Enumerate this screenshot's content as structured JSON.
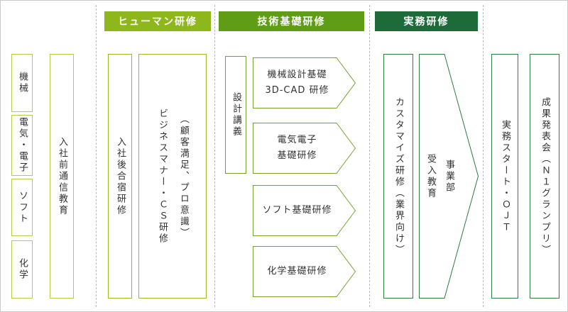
{
  "colors": {
    "human_header_bg": "#8eb71c",
    "tech_header_bg": "#5f9d16",
    "practical_header_bg": "#1c6b38",
    "light_green_border": "#b5cb4a",
    "human_border": "#9ab929",
    "tech_border": "#74a32d",
    "dark_green_border": "#2e7d41"
  },
  "headers": {
    "human": "ヒューマン研修",
    "tech": "技術基礎研修",
    "practical": "実務研修"
  },
  "pre_section": {
    "categories": [
      "機械",
      "電気・電子",
      "ソフト",
      "化学"
    ],
    "correspondence_box": "入社前通信教育"
  },
  "human_section": {
    "camp_box": "入社後合宿研修",
    "manner_box": "（顧客満足、プロ意識）\nビジネスマナー・ＣＳ研修"
  },
  "tech_section": {
    "design_lecture_box": "設計講義",
    "arrows": [
      "機械設計基礎\n3D-CAD 研修",
      "電気電子\n基礎研修",
      "ソフト基礎研修",
      "化学基礎研修"
    ]
  },
  "practical_section": {
    "customize_box": "カスタマイズ研修（業界向け）",
    "division_arrow": "事業部\n受入教育"
  },
  "ojt_section": {
    "ojt_box": "実務スタート・ＯＪＴ",
    "presentation_box": "成果発表会（Ｎ１グランプリ）"
  }
}
